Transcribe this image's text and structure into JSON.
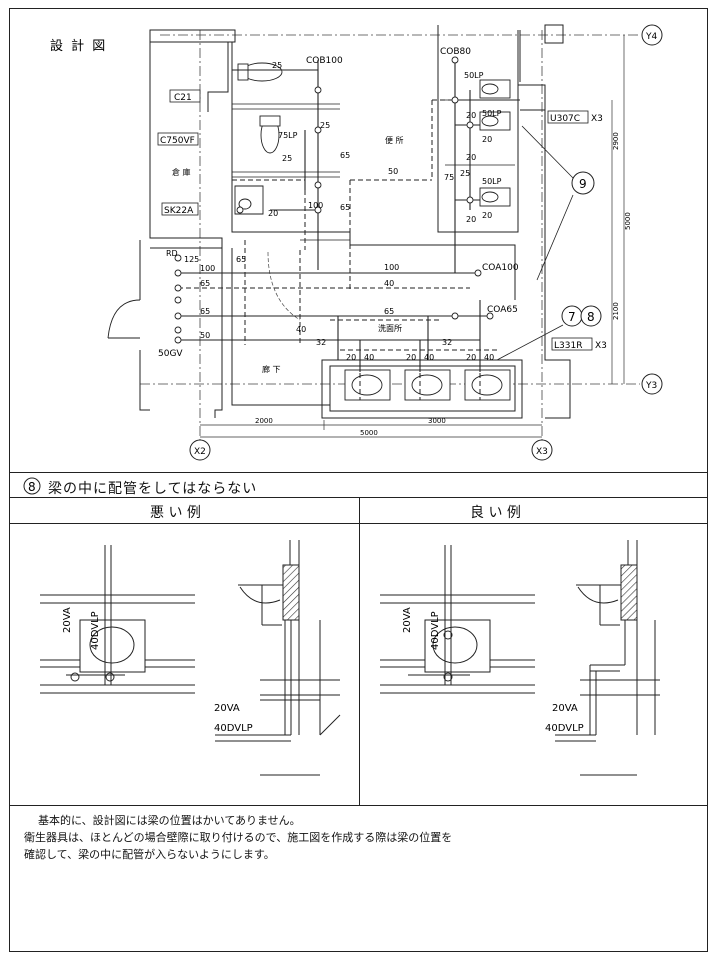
{
  "plan": {
    "title": "設 計 図",
    "rooms": {
      "toilet": "便 所",
      "storage": "倉 庫",
      "washroom": "洗面所",
      "corridor": "廊 下"
    },
    "fixtures": {
      "c21": "C21",
      "c750vf": "C750VF",
      "sk22a": "SK22A",
      "u307c": "U307C",
      "u307c_qty": "X3",
      "l331r": "L331R",
      "l331r_qty": "X3"
    },
    "valves": {
      "cob100": "COB100",
      "cob80": "COB80",
      "coa100": "COA100",
      "coa65": "COA65",
      "rd": "RD",
      "gv": "50GV"
    },
    "pipes": {
      "p25a": "25",
      "p75lp": "75LP",
      "p25b": "25",
      "p25c": "25",
      "p65a": "65",
      "p65b": "65",
      "p100a": "100",
      "p20a": "20",
      "p50a": "50",
      "p75a": "75",
      "p25d": "25",
      "p50lpa": "50LP",
      "p50lpb": "50LP",
      "p50lpc": "50LP",
      "p20b": "20",
      "p20c": "20",
      "p20d": "20",
      "p20e": "20",
      "p20f": "20",
      "p125": "125",
      "p65c": "65",
      "p100b": "100",
      "p100c": "100",
      "p65d": "65",
      "p40a": "40",
      "p65e": "65",
      "p65f": "65",
      "p50b": "50",
      "p40b": "40",
      "p32a": "32",
      "p32b": "32",
      "p20g": "20",
      "p40c": "40",
      "p20h": "20",
      "p40d": "40",
      "p20i": "20",
      "p40e": "40"
    },
    "dims": {
      "d2000a": "2000",
      "d3000": "3000",
      "d5000h": "5000",
      "d2900": "2900",
      "d5000v": "5000",
      "d2100": "2100"
    },
    "grid": {
      "y4": "Y4",
      "y3": "Y3",
      "x2": "X2",
      "x3": "X3"
    },
    "callouts": {
      "c9": "9",
      "c7": "7",
      "c8": "8"
    }
  },
  "section": {
    "number": "8",
    "heading": "梁の中に配管をしてはならない",
    "bad_title": "悪  い  例",
    "good_title": "良  い  例",
    "labels": {
      "va20": "20VA",
      "dvlp40": "40DVLP"
    }
  },
  "note": {
    "lines": [
      "基本的に、設計図には梁の位置はかいてありません。",
      "衛生器具は、ほとんどの場合壁際に取り付けるので、施工図を作成する際は梁の位置を",
      "確認して、梁の中に配管が入らないようにします。"
    ]
  }
}
